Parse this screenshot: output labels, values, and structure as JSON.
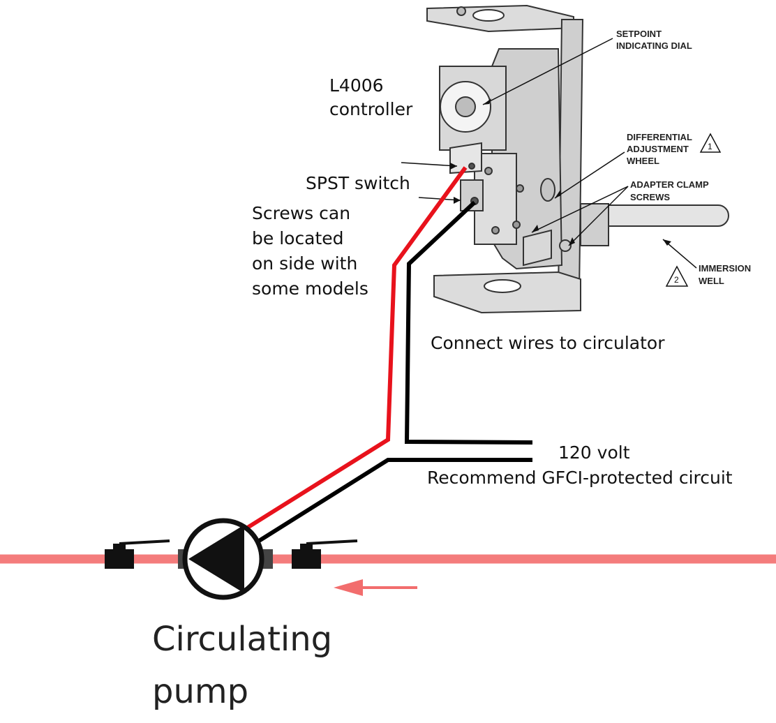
{
  "labels": {
    "controller_model": "L4006",
    "controller_word": "controller",
    "spst_switch": "SPST switch",
    "screws_note": [
      "Screws can",
      "be located",
      "on side with",
      "some models"
    ],
    "connect_wires": "Connect wires to circulator",
    "voltage": "120 volt",
    "gfci": "Recommend GFCI-protected circuit",
    "pump_line1": "Circulating",
    "pump_line2": "pump"
  },
  "callouts": {
    "setpoint": [
      "SETPOINT",
      "INDICATING DIAL"
    ],
    "differential": [
      "DIFFERENTIAL",
      "ADJUSTMENT",
      "WHEEL"
    ],
    "adapter": [
      "ADAPTER CLAMP",
      "SCREWS"
    ],
    "immersion": [
      "IMMERSION",
      "WELL"
    ],
    "note1": "1",
    "note2": "2"
  },
  "colors": {
    "hot_wire": "#e8121c",
    "neutral_wire": "#000000",
    "pipe": "#f47c7c",
    "flow_arrow": "#f26d6d"
  }
}
